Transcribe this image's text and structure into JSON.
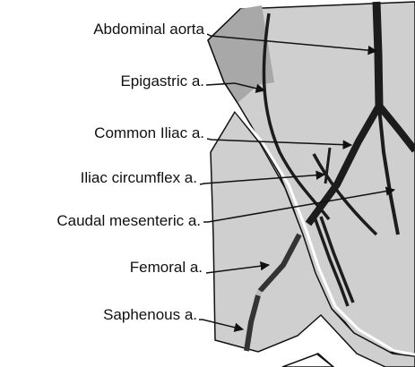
{
  "labels": {
    "abdominal_aorta": "Abdominal aorta",
    "epigastric": "Epigastric a.",
    "common_iliac": "Common Iliac a.",
    "iliac_circumflex": "Iliac circumflex a.",
    "caudal_mesenteric": "Caudal mesenteric a.",
    "femoral": "Femoral a.",
    "saphenous": "Saphenous a."
  },
  "colors": {
    "tissue": "#cfcfcf",
    "tissue_dark": "#a9a9a9",
    "vessel": "#1c1c1c",
    "outline": "#111111",
    "background": "#ffffff"
  }
}
